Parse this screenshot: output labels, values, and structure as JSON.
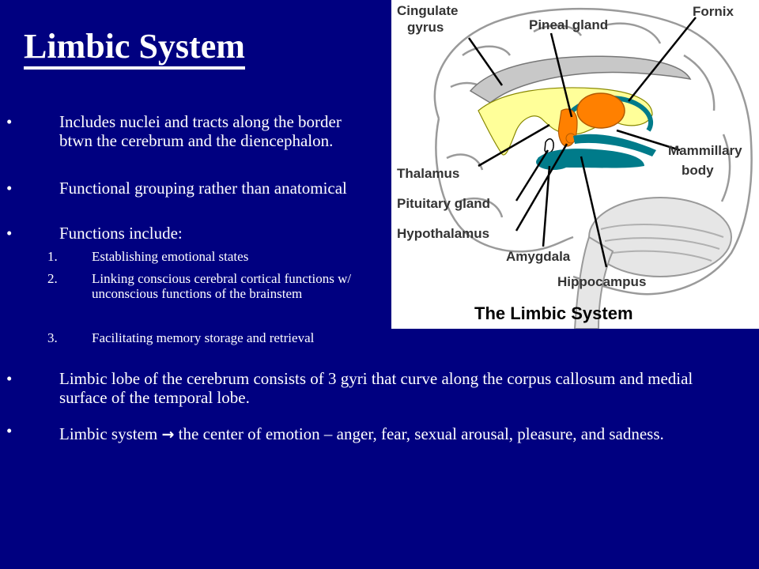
{
  "slide": {
    "title": "Limbic System",
    "colors": {
      "background": "#000080",
      "text": "#ffffff"
    },
    "bullets": {
      "b1": "Includes nuclei and tracts along the border btwn the cerebrum and the diencephalon.",
      "b2": "Functional grouping rather than anatomical",
      "b3": "Functions include:",
      "sub1": "Establishing emotional states",
      "sub2": "Linking conscious cerebral cortical functions w/ unconscious functions of the brainstem",
      "sub3": "Facilitating memory storage and retrieval",
      "b4": "Limbic lobe of the cerebrum consists of 3 gyri that curve along the corpus callosum and medial surface of the temporal lobe.",
      "b5_before": "Limbic system",
      "b5_arrow": "→",
      "b5_after": " the center of emotion – anger, fear, sexual arousal, pleasure, and sadness."
    },
    "numbers": {
      "n1": "1.",
      "n2": "2.",
      "n3": "3."
    },
    "bullet_symbol": "•"
  },
  "figure": {
    "caption": "The Limbic System",
    "labels": {
      "cingulate_1": "Cingulate",
      "cingulate_2": "gyrus",
      "pineal": "Pineal gland",
      "fornix": "Fornix",
      "mammillary_1": "Mammillary",
      "mammillary_2": "body",
      "thalamus": "Thalamus",
      "pituitary": "Pituitary gland",
      "hypothalamus": "Hypothalamus",
      "amygdala": "Amygdala",
      "hippocampus": "Hippocampus"
    },
    "colors": {
      "cingulate": "#c8c8c8",
      "thalamus": "#ffff99",
      "hypothalamus": "#ff8000",
      "hippocampus": "#007b8a",
      "brain_outline": "#999999"
    }
  }
}
